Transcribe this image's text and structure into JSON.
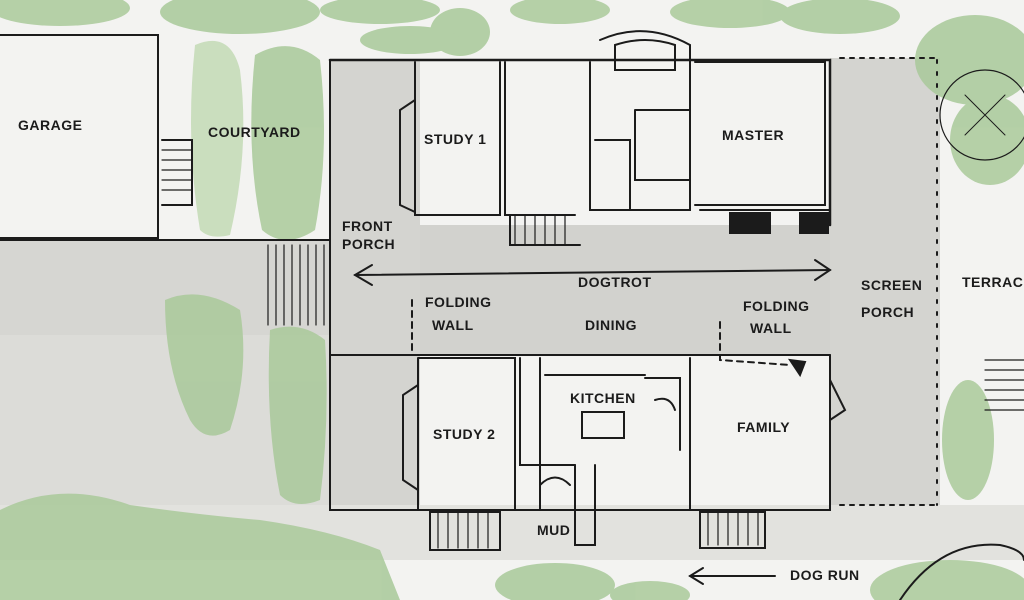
{
  "labels": {
    "garage": "GARAGE",
    "courtyard": "COURTYARD",
    "study1": "STUDY 1",
    "master": "MASTER",
    "front_porch_1": "FRONT",
    "front_porch_2": "PORCH",
    "dogtrot": "DOGTROT",
    "folding_wall_left_1": "FOLDING",
    "folding_wall_left_2": "WALL",
    "dining": "DINING",
    "folding_wall_right_1": "FOLDING",
    "folding_wall_right_2": "WALL",
    "screen_porch_1": "SCREEN",
    "screen_porch_2": "PORCH",
    "terrace": "TERRAC",
    "kitchen": "KITCHEN",
    "study2": "STUDY 2",
    "family": "FAMILY",
    "mud": "MUD",
    "dog_run": "DOG RUN"
  },
  "colors": {
    "paper": "#f3f3f1",
    "wash_gray": "#d2d2ce",
    "green": "#a9c99a",
    "green_light": "#c4dbb6",
    "ink": "#1b1b1b"
  }
}
